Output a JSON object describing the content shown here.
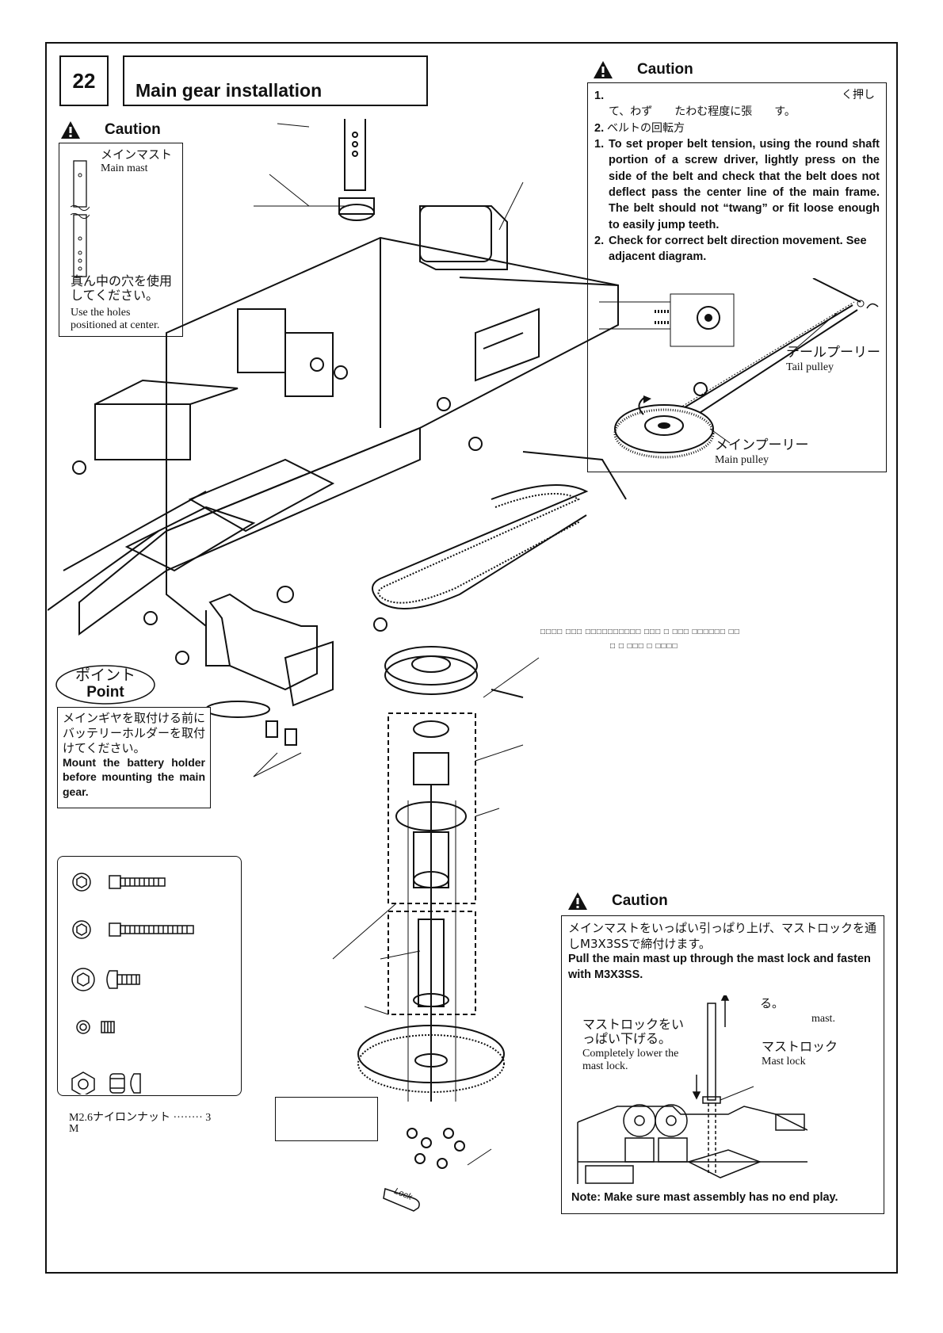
{
  "step": {
    "number": "22",
    "title": "Main gear installation"
  },
  "caution_top_left": {
    "heading": "Caution",
    "jp_mast_label": "メインマスト",
    "en_mast_label": "Main mast",
    "jp_note": "真ん中の穴を使用してください。",
    "en_note_1": "Use the holes",
    "en_note_2": "positioned at center."
  },
  "caution_belt": {
    "heading": "Caution",
    "jp_item1_num": "1.",
    "jp_item1_a": "く押し",
    "jp_item1_b": "て、わず　　たわむ程度に張　　す。",
    "jp_item2_num": "2.",
    "jp_item2": "ベルトの回転方",
    "en_item1_num": "1.",
    "en_item1": "To set proper belt tension, using the round shaft portion of a screw driver, lightly press on the side of the belt and check that the belt does not deflect pass the center line of the main frame. The belt should not “twang” or fit loose enough to easily jump teeth.",
    "en_item2_num": "2.",
    "en_item2": "Check for correct belt direction movement. See adjacent diagram.",
    "tail_pulley_jp": "テールプーリー",
    "tail_pulley_en": "Tail pulley",
    "main_pulley_jp": "メインプーリー",
    "main_pulley_en": "Main pulley"
  },
  "point": {
    "jp_title": "ポイント",
    "en_title": "Point",
    "jp_text": "メインギヤを取付ける前にバッテリーホルダーを取付けてください。",
    "en_text": "Mount the battery holder before mounting the main gear."
  },
  "mid_garbled_1": "□□□□ □□□ □□□□□□□□□□ □□□ □ □□□ □□□□□□ □□",
  "mid_garbled_2": "□ □ □□□ □ □□□□",
  "parts": {
    "nut_label": "M2.6ナイロンナット ········ 3",
    "nut_label_2": "M"
  },
  "caution_mast": {
    "heading": "Caution",
    "jp_text": "メインマストをいっぱい引っぱり上げ、マストロックを通しM3X3SSで締付けます。",
    "en_text": "Pull the main mast up through the mast lock and fasten with M3X3SS.",
    "ru": "る。",
    "mast": "mast.",
    "lower_jp": "マストロックをいっぱい下げる。",
    "lower_en_1": "Completely lower the",
    "lower_en_2": "mast lock.",
    "mastlock_jp": "マストロック",
    "mastlock_en": "Mast lock",
    "note": "Note: Make sure mast assembly has no end play."
  },
  "lock_tag": "Lock"
}
